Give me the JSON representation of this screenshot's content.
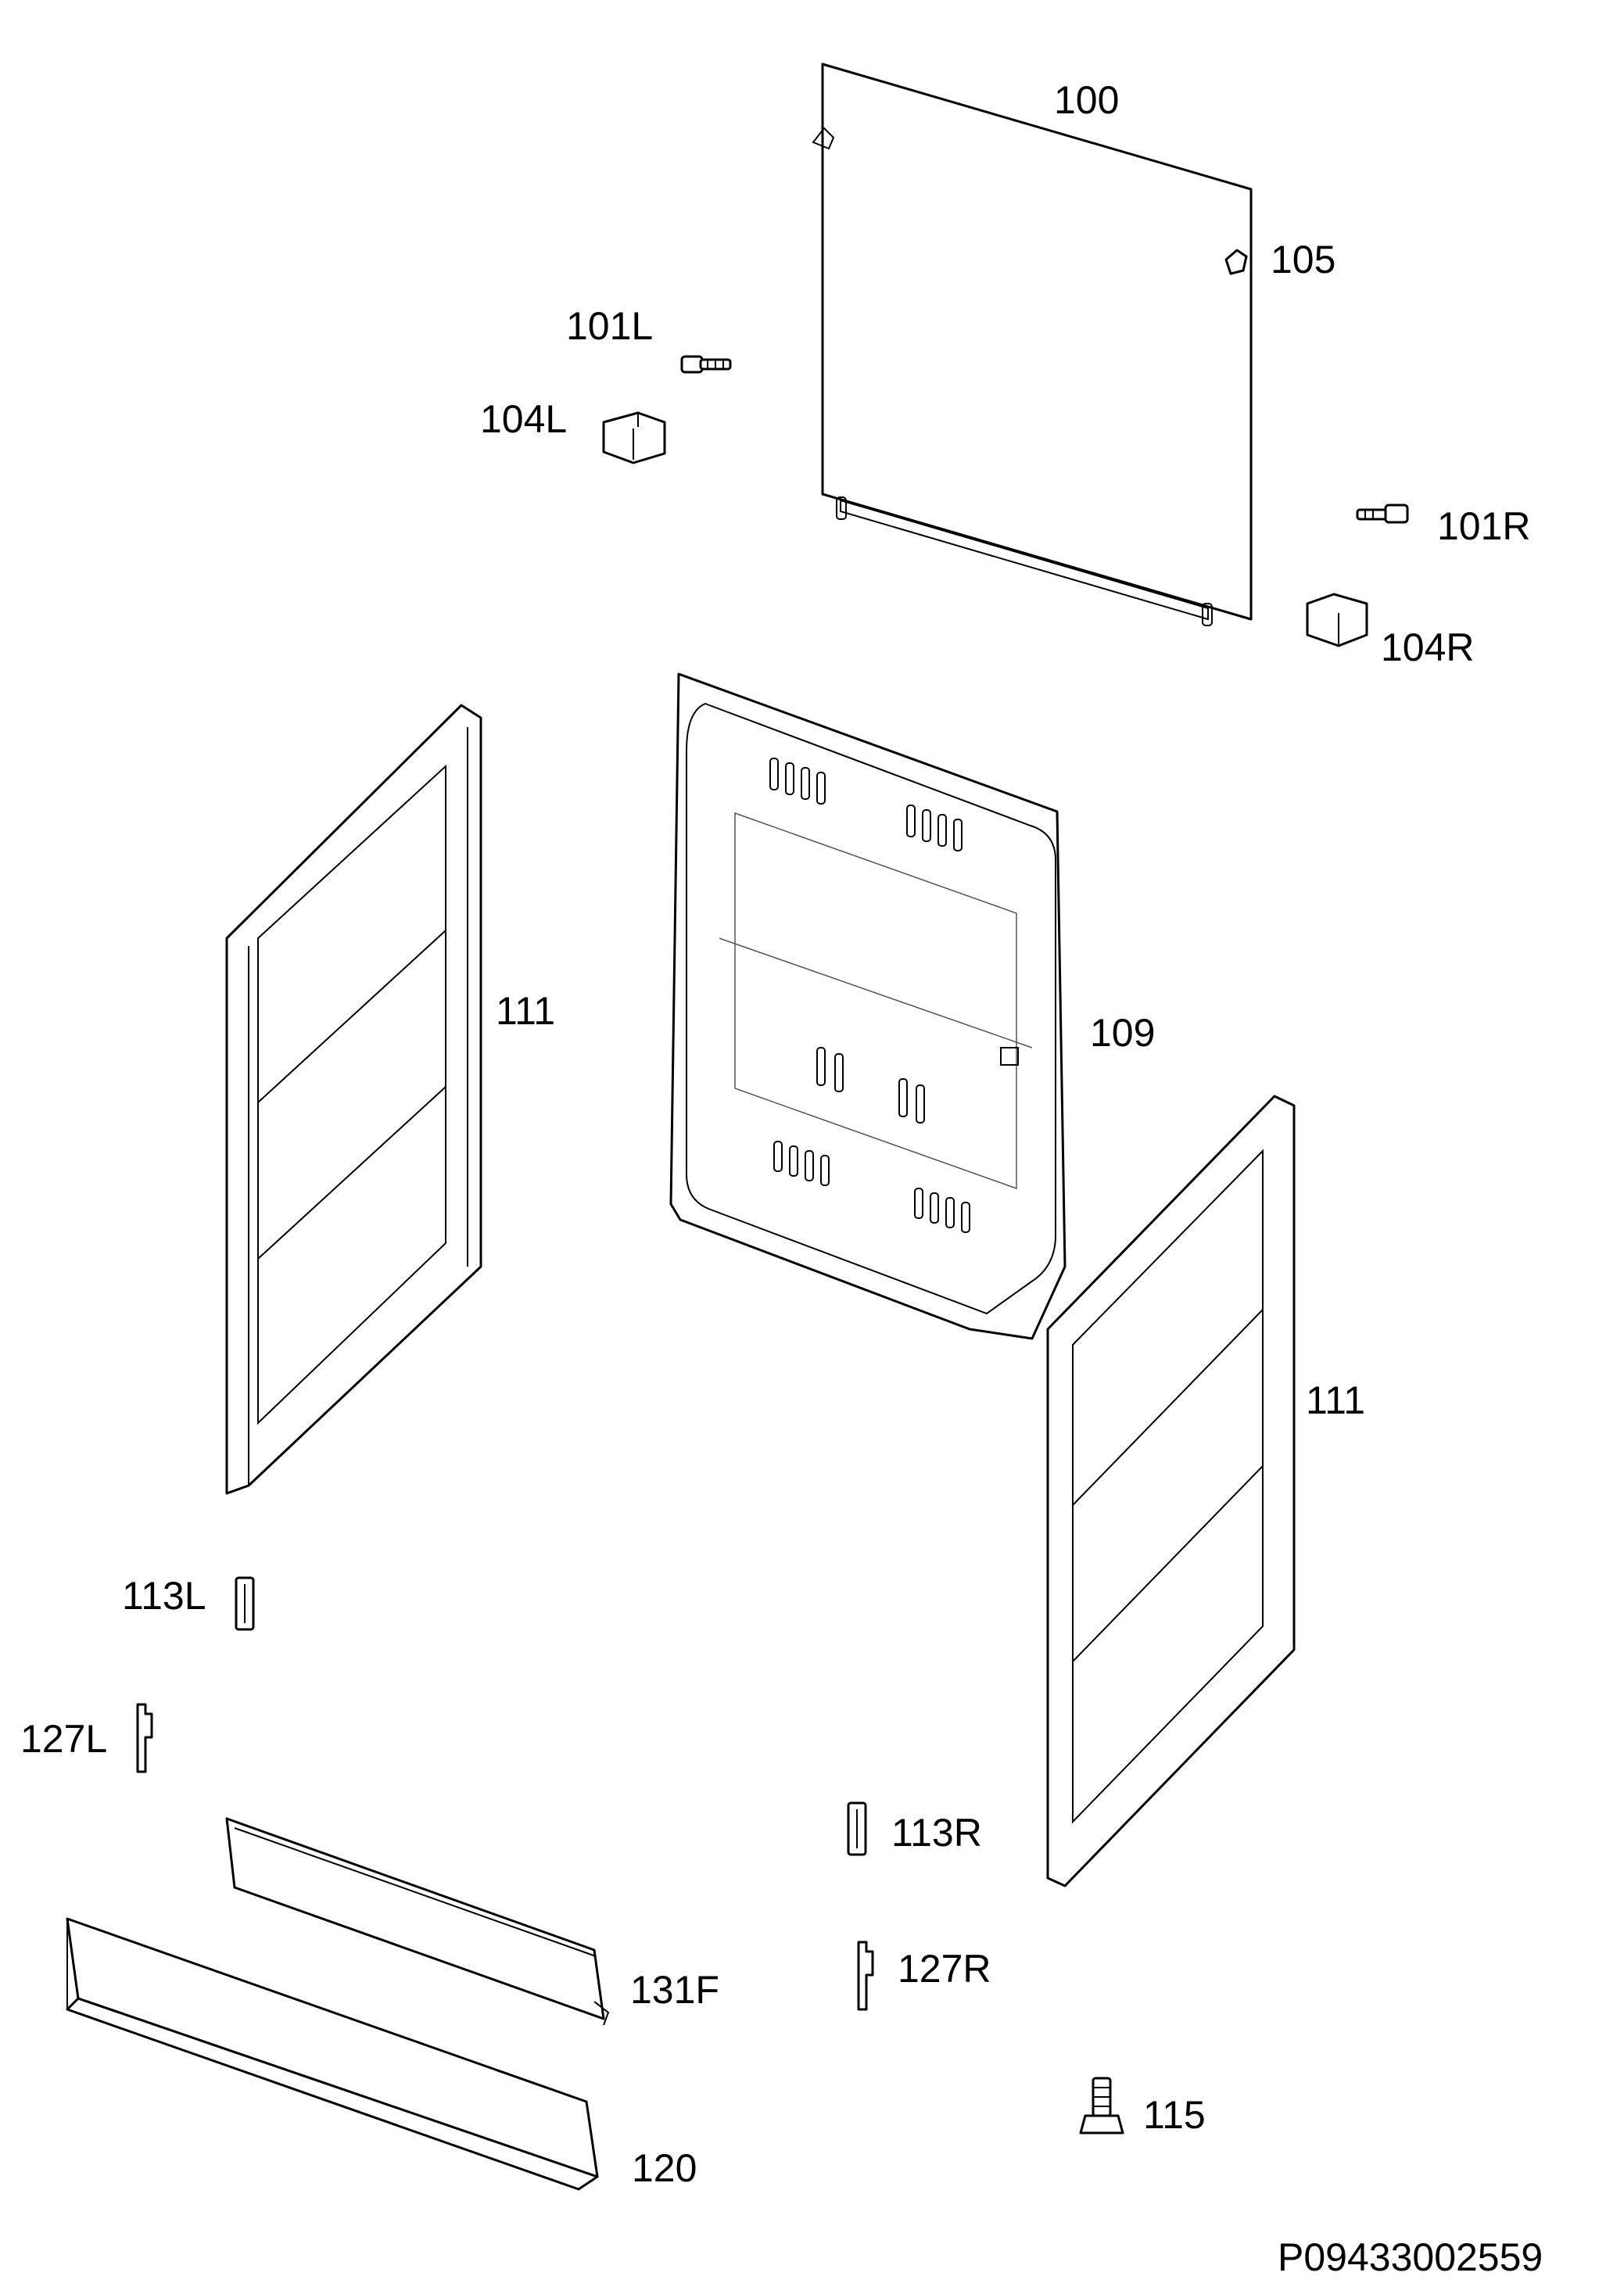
{
  "labels": {
    "p100": "100",
    "p105": "105",
    "p101L": "101L",
    "p104L": "104L",
    "p101R": "101R",
    "p104R": "104R",
    "p109": "109",
    "p111a": "111",
    "p111b": "111",
    "p113L": "113L",
    "p127L": "127L",
    "p113R": "113R",
    "p127R": "127R",
    "p131F": "131F",
    "p115": "115",
    "p120": "120"
  },
  "drawing_code": "P09433002559"
}
